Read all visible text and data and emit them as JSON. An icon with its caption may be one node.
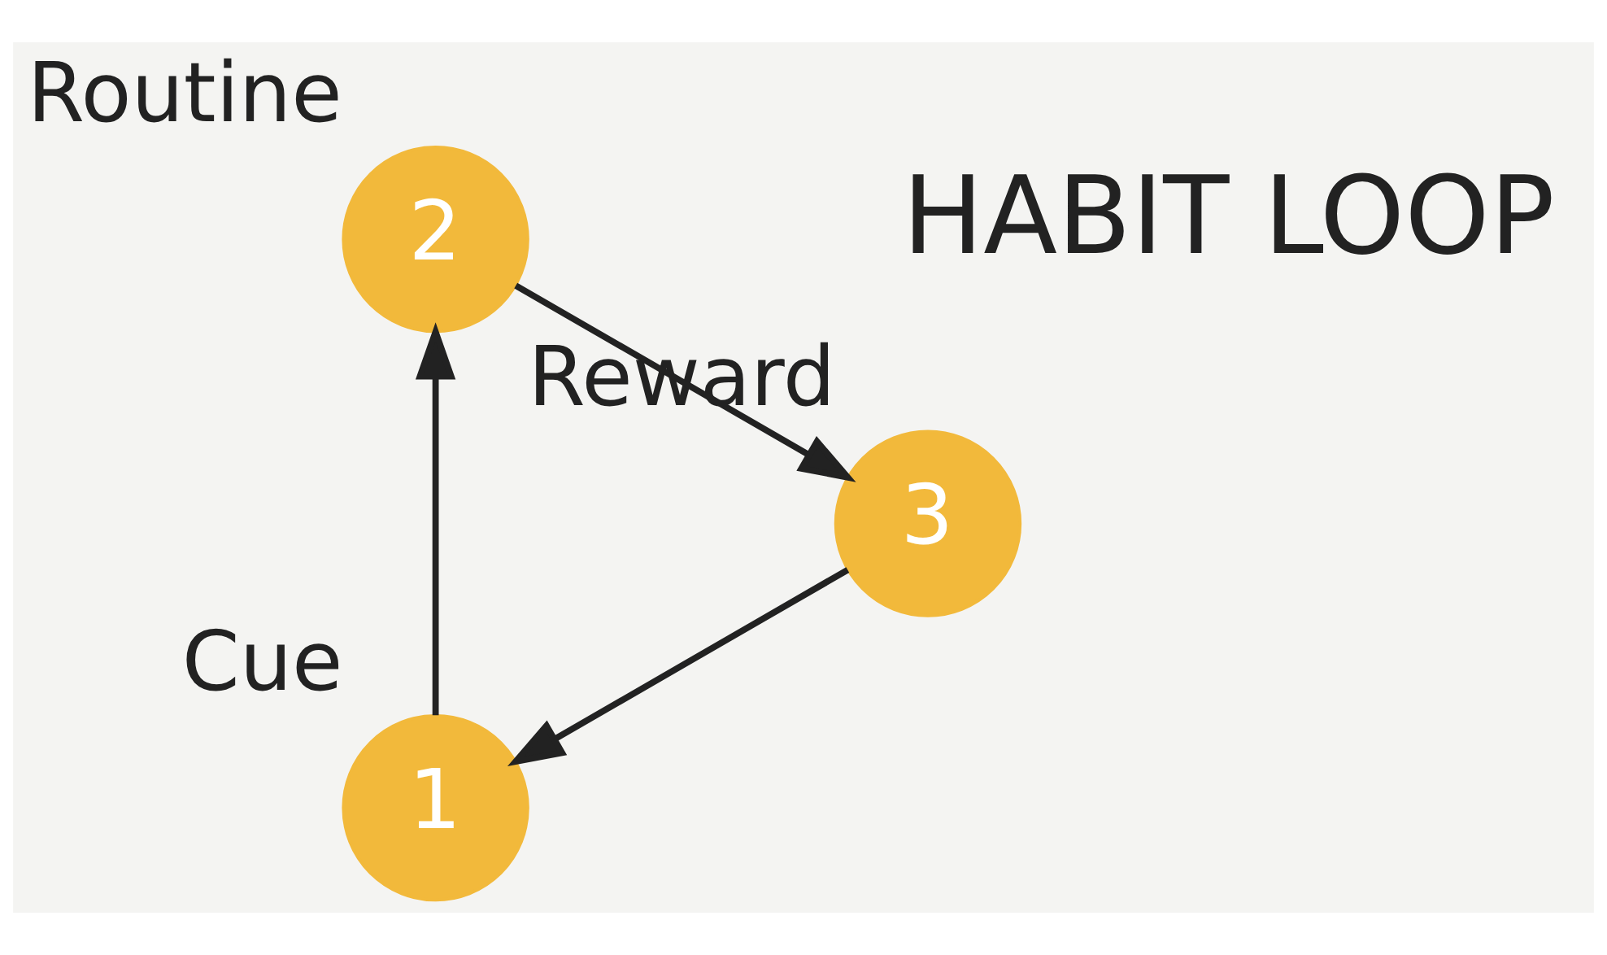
{
  "diagram": {
    "nodes": [
      {
        "text": [
          "1"
        ],
        "beside": [
          "Cue"
        ]
      },
      {
        "text": [
          "2"
        ],
        "beside": [
          "Routine"
        ]
      },
      {
        "text": [
          "3"
        ],
        "beside": [
          "Reward"
        ]
      }
    ],
    "edges": [
      {
        "from": 0,
        "to": 1,
        "arrow": "to"
      },
      {
        "from": 1,
        "to": 2,
        "arrow": "to"
      },
      {
        "from": 2,
        "to": 0,
        "arrow": "to"
      }
    ],
    "labels": [
      "HABIT LOOP"
    ]
  }
}
